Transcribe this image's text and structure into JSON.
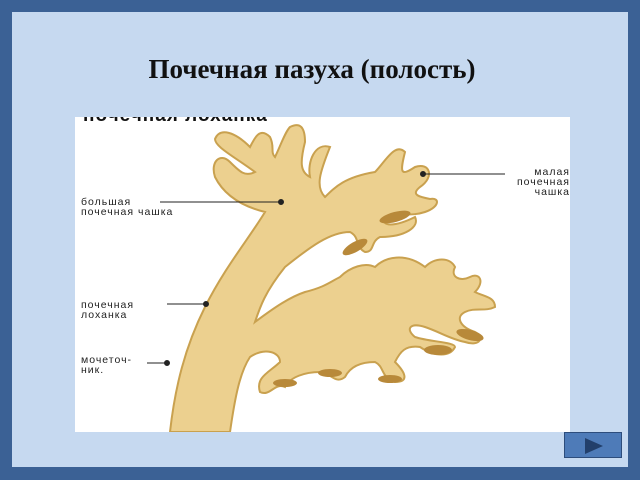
{
  "slide": {
    "title": "Почечная пазуха (полость)",
    "cut_off_caption": "почечная лоханка",
    "labels": {
      "minor_calyx": [
        "малая",
        "почечная чашка"
      ],
      "major_calyx": [
        "большая",
        "почечная чашка"
      ],
      "pelvis": [
        "почечная",
        "лоханка"
      ],
      "ureter": [
        "мочеточ-",
        "ник."
      ]
    },
    "nav": {
      "next_icon": "play-triangle-icon"
    },
    "colors": {
      "frame": "#3b6195",
      "background": "#c6d9f0",
      "organ": "#ecd08f",
      "button": "#4e7bb8"
    }
  }
}
